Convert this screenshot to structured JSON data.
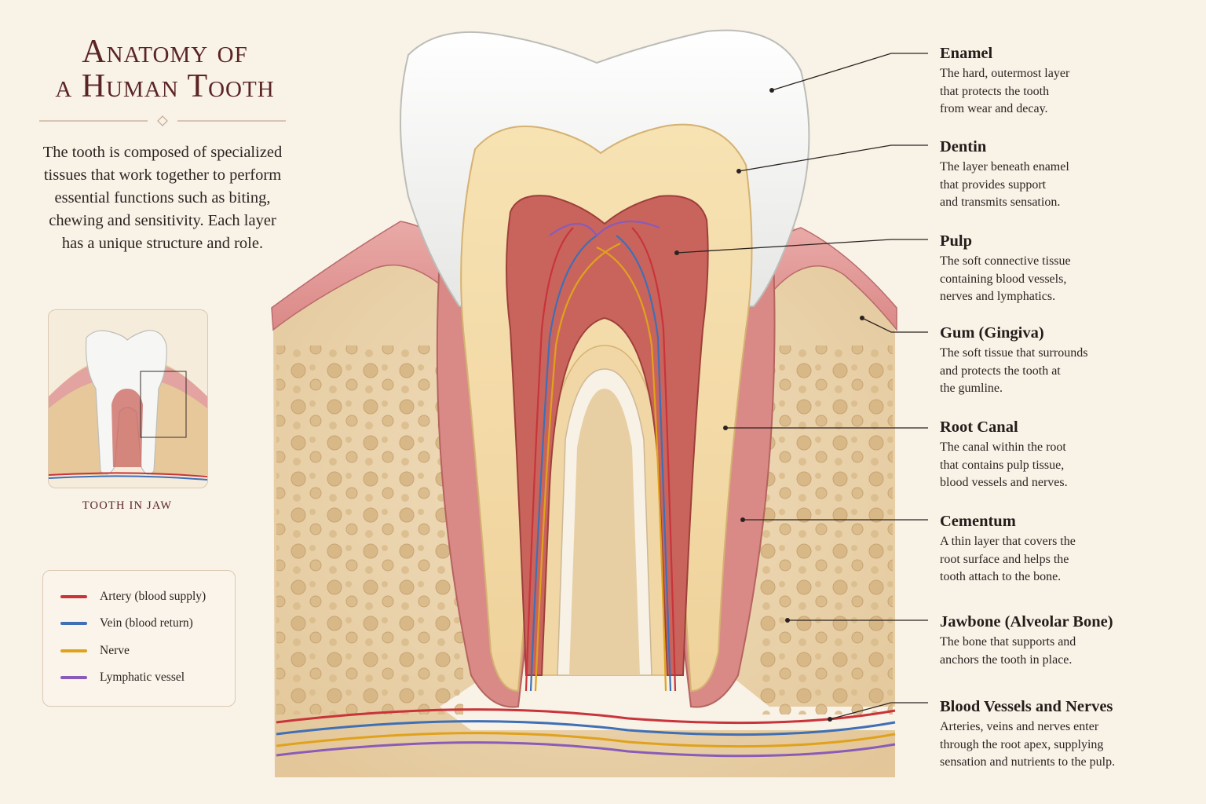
{
  "title": {
    "line1": "Anatomy of",
    "line2": "a Human Tooth"
  },
  "intro": {
    "line1": "The tooth is composed of specialized",
    "line2": "tissues that work together to perform",
    "line3": "essential functions such as biting,",
    "line4": "chewing and sensitivity. Each layer",
    "line5": "has a unique structure and role."
  },
  "inset": {
    "caption": "TOOTH IN JAW"
  },
  "legend": [
    {
      "label": "Artery (blood supply)",
      "color": "#c8343a"
    },
    {
      "label": "Vein (blood return)",
      "color": "#3f6fb5"
    },
    {
      "label": "Nerve",
      "color": "#e0a21c"
    },
    {
      "label": "Lymphatic vessel",
      "color": "#8a5bb8"
    }
  ],
  "labels": [
    {
      "title": "Enamel",
      "desc": [
        "The hard, outermost layer",
        "that protects the tooth",
        "from wear and decay."
      ]
    },
    {
      "title": "Dentin",
      "desc": [
        "The layer beneath enamel",
        "that provides support",
        "and transmits sensation."
      ]
    },
    {
      "title": "Pulp",
      "desc": [
        "The soft connective tissue",
        "containing blood vessels,",
        "nerves and lymphatics."
      ]
    },
    {
      "title": "Gum (Gingiva)",
      "desc": [
        "The soft tissue that surrounds",
        "and protects the tooth at",
        "the gumline."
      ]
    },
    {
      "title": "Root Canal",
      "desc": [
        "The canal within the root",
        "that contains pulp tissue,",
        "blood vessels and nerves."
      ]
    },
    {
      "title": "Cementum",
      "desc": [
        "A thin layer that covers the",
        "root surface and helps the",
        "tooth attach to the bone."
      ]
    },
    {
      "title": "Jawbone (Alveolar Bone)",
      "desc": [
        "The bone that supports and",
        "anchors the tooth in place."
      ]
    },
    {
      "title": "Blood Vessels and Nerves",
      "desc": [
        "Arteries, veins and nerves enter",
        "through the root apex, supplying",
        "sensation and nutrients to the pulp."
      ]
    }
  ],
  "colors": {
    "title": "#5a2424",
    "enamel": "#f4f4f2",
    "dentin": "#f1d9a4",
    "pulp": "#c9645c",
    "gum": "#e0a0a0",
    "bone": "#ecd7b3"
  }
}
